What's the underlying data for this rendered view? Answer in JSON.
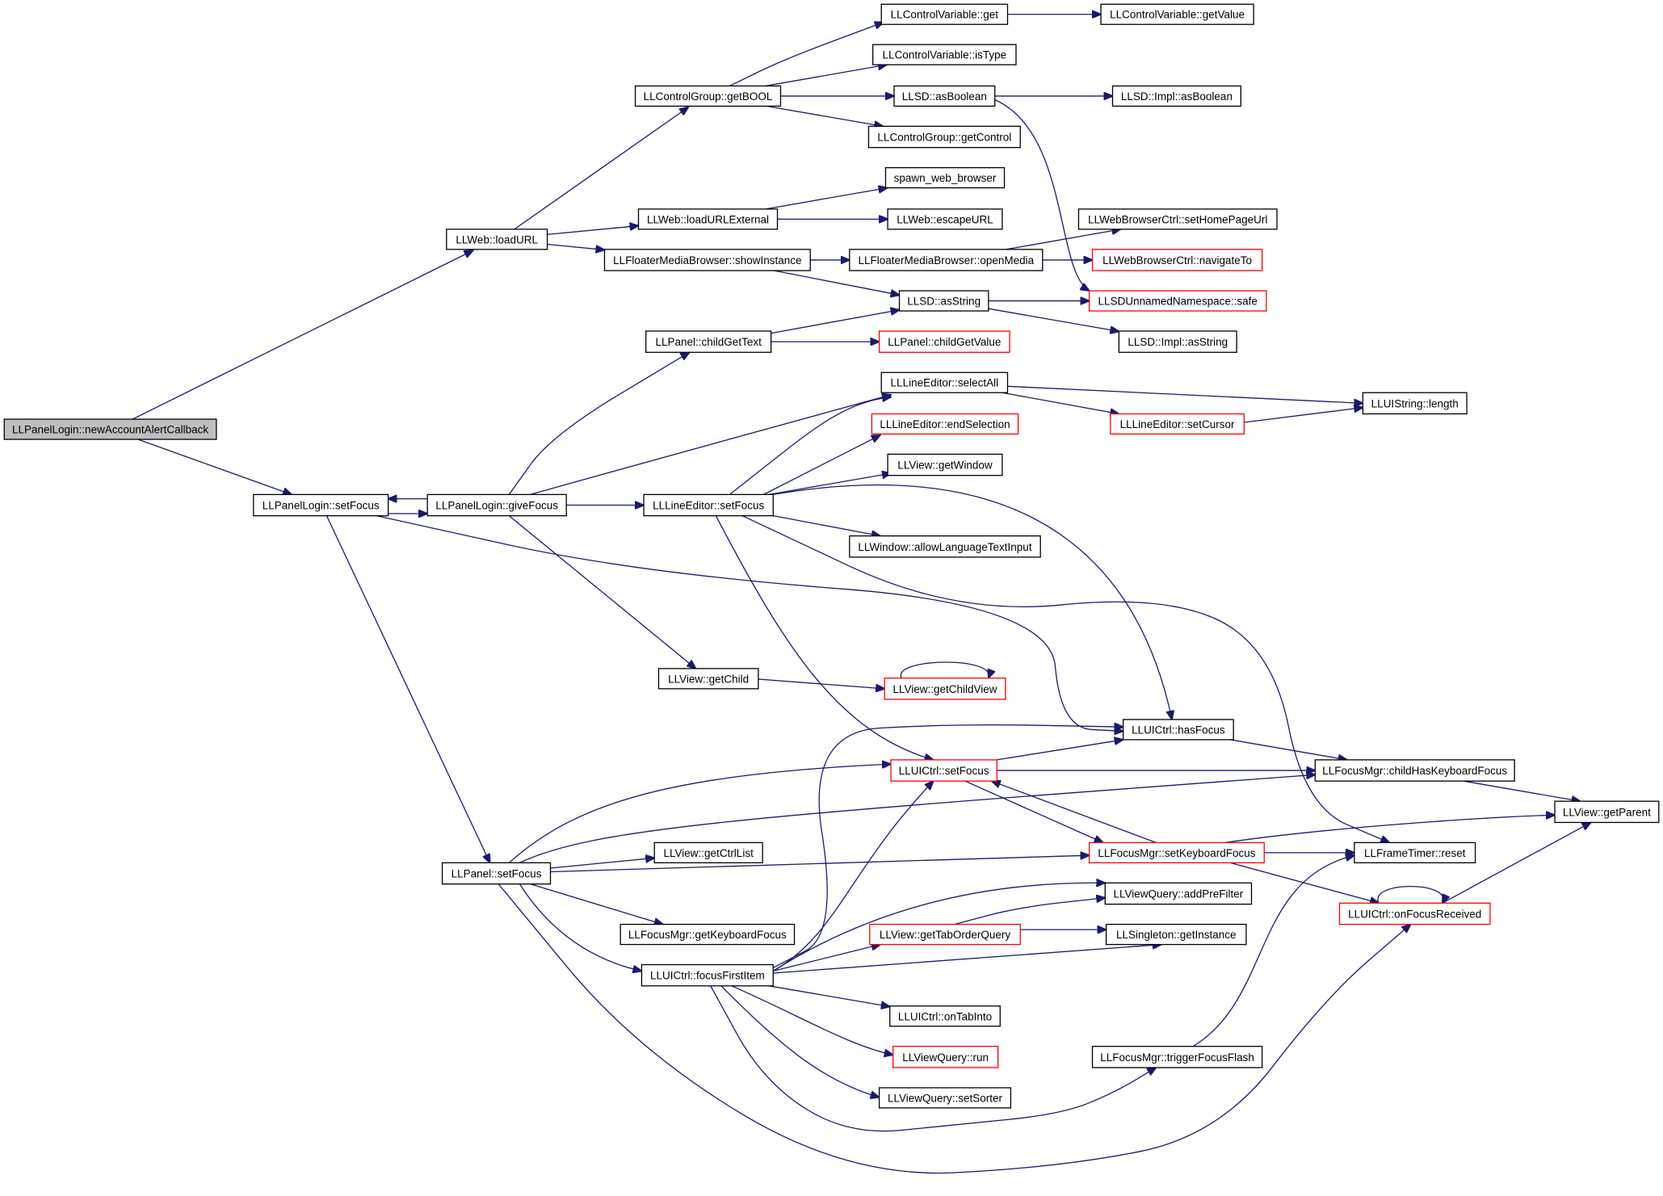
{
  "colors": {
    "edge": "#191970",
    "box_border": "#000000",
    "box_border_incomplete": "#ff0000",
    "root_fill": "#bfbfbf",
    "node_fill": "#ffffff"
  },
  "nodes": {
    "n_root": {
      "label": "LLPanelLogin::newAccountAlertCallback",
      "root": true
    },
    "n_loadurl": {
      "label": "LLWeb::loadURL"
    },
    "n_getbool": {
      "label": "LLControlGroup::getBOOL"
    },
    "n_cv_get": {
      "label": "LLControlVariable::get"
    },
    "n_cv_getvalue": {
      "label": "LLControlVariable::getValue"
    },
    "n_cv_istype": {
      "label": "LLControlVariable::isType"
    },
    "n_llsd_asboolean": {
      "label": "LLSD::asBoolean"
    },
    "n_impl_asboolean": {
      "label": "LLSD::Impl::asBoolean"
    },
    "n_getcontrol": {
      "label": "LLControlGroup::getControl"
    },
    "n_spawn": {
      "label": "spawn_web_browser"
    },
    "n_loadurlext": {
      "label": "LLWeb::loadURLExternal"
    },
    "n_escapeurl": {
      "label": "LLWeb::escapeURL"
    },
    "n_sethomepage": {
      "label": "LLWebBrowserCtrl::setHomePageUrl"
    },
    "n_showinstance": {
      "label": "LLFloaterMediaBrowser::showInstance"
    },
    "n_openmedia": {
      "label": "LLFloaterMediaBrowser::openMedia"
    },
    "n_navigateto": {
      "label": "LLWebBrowserCtrl::navigateTo",
      "incomplete": true
    },
    "n_asstring": {
      "label": "LLSD::asString"
    },
    "n_safe": {
      "label": "LLSDUnnamedNamespace::safe",
      "incomplete": true
    },
    "n_childgettext": {
      "label": "LLPanel::childGetText"
    },
    "n_childgetvalue": {
      "label": "LLPanel::childGetValue",
      "incomplete": true
    },
    "n_impl_asstring": {
      "label": "LLSD::Impl::asString"
    },
    "n_selectall": {
      "label": "LLLineEditor::selectAll"
    },
    "n_length": {
      "label": "LLUIString::length"
    },
    "n_endselection": {
      "label": "LLLineEditor::endSelection",
      "incomplete": true
    },
    "n_setcursor": {
      "label": "LLLineEditor::setCursor",
      "incomplete": true
    },
    "n_getwindow": {
      "label": "LLView::getWindow"
    },
    "n_pl_setfocus": {
      "label": "LLPanelLogin::setFocus"
    },
    "n_givefocus": {
      "label": "LLPanelLogin::giveFocus"
    },
    "n_le_setfocus": {
      "label": "LLLineEditor::setFocus"
    },
    "n_allowlang": {
      "label": "LLWindow::allowLanguageTextInput"
    },
    "n_getchild": {
      "label": "LLView::getChild"
    },
    "n_getchildview": {
      "label": "LLView::getChildView",
      "incomplete": true
    },
    "n_hasfocus": {
      "label": "LLUICtrl::hasFocus"
    },
    "n_ui_setfocus": {
      "label": "LLUICtrl::setFocus",
      "incomplete": true
    },
    "n_childhaskb": {
      "label": "LLFocusMgr::childHasKeyboardFocus"
    },
    "n_getparent": {
      "label": "LLView::getParent"
    },
    "n_getctrllist": {
      "label": "LLView::getCtrlList"
    },
    "n_setkbfocus": {
      "label": "LLFocusMgr::setKeyboardFocus",
      "incomplete": true
    },
    "n_reset": {
      "label": "LLFrameTimer::reset"
    },
    "n_panel_setfocus": {
      "label": "LLPanel::setFocus"
    },
    "n_addprefilter": {
      "label": "LLViewQuery::addPreFilter"
    },
    "n_onfocusreceived": {
      "label": "LLUICtrl::onFocusReceived",
      "incomplete": true
    },
    "n_gettaborder": {
      "label": "LLView::getTabOrderQuery",
      "incomplete": true
    },
    "n_getinstance": {
      "label": "LLSingleton::getInstance"
    },
    "n_getkbfocus": {
      "label": "LLFocusMgr::getKeyboardFocus"
    },
    "n_focusfirst": {
      "label": "LLUICtrl::focusFirstItem"
    },
    "n_ontabinto": {
      "label": "LLUICtrl::onTabInto"
    },
    "n_vq_run": {
      "label": "LLViewQuery::run",
      "incomplete": true
    },
    "n_triggerflash": {
      "label": "LLFocusMgr::triggerFocusFlash"
    },
    "n_setsorter": {
      "label": "LLViewQuery::setSorter"
    }
  },
  "edges": [
    [
      "n_root",
      "n_loadurl"
    ],
    [
      "n_root",
      "n_pl_setfocus"
    ],
    [
      "n_loadurl",
      "n_getbool"
    ],
    [
      "n_loadurl",
      "n_loadurlext"
    ],
    [
      "n_loadurl",
      "n_showinstance"
    ],
    [
      "n_getbool",
      "n_cv_get"
    ],
    [
      "n_getbool",
      "n_cv_istype"
    ],
    [
      "n_getbool",
      "n_llsd_asboolean"
    ],
    [
      "n_getbool",
      "n_getcontrol"
    ],
    [
      "n_cv_get",
      "n_cv_getvalue"
    ],
    [
      "n_llsd_asboolean",
      "n_impl_asboolean"
    ],
    [
      "n_llsd_asboolean",
      "n_safe"
    ],
    [
      "n_loadurlext",
      "n_spawn"
    ],
    [
      "n_loadurlext",
      "n_escapeurl"
    ],
    [
      "n_showinstance",
      "n_openmedia"
    ],
    [
      "n_showinstance",
      "n_asstring"
    ],
    [
      "n_openmedia",
      "n_sethomepage"
    ],
    [
      "n_openmedia",
      "n_navigateto"
    ],
    [
      "n_asstring",
      "n_safe"
    ],
    [
      "n_asstring",
      "n_impl_asstring"
    ],
    [
      "n_childgettext",
      "n_asstring"
    ],
    [
      "n_childgettext",
      "n_childgetvalue"
    ],
    [
      "n_selectall",
      "n_length"
    ],
    [
      "n_selectall",
      "n_setcursor"
    ],
    [
      "n_setcursor",
      "n_length"
    ],
    [
      "n_pl_setfocus",
      "n_givefocus"
    ],
    [
      "n_pl_setfocus",
      "n_panel_setfocus"
    ],
    [
      "n_pl_setfocus",
      "n_hasfocus"
    ],
    [
      "n_givefocus",
      "n_pl_setfocus"
    ],
    [
      "n_givefocus",
      "n_childgettext"
    ],
    [
      "n_givefocus",
      "n_selectall"
    ],
    [
      "n_givefocus",
      "n_le_setfocus"
    ],
    [
      "n_givefocus",
      "n_getchild"
    ],
    [
      "n_le_setfocus",
      "n_selectall"
    ],
    [
      "n_le_setfocus",
      "n_endselection"
    ],
    [
      "n_le_setfocus",
      "n_getwindow"
    ],
    [
      "n_le_setfocus",
      "n_allowlang"
    ],
    [
      "n_le_setfocus",
      "n_hasfocus"
    ],
    [
      "n_le_setfocus",
      "n_ui_setfocus"
    ],
    [
      "n_le_setfocus",
      "n_reset"
    ],
    [
      "n_getchild",
      "n_getchildview"
    ],
    [
      "n_getchildview",
      "n_getchildview"
    ],
    [
      "n_hasfocus",
      "n_childhaskb"
    ],
    [
      "n_ui_setfocus",
      "n_hasfocus"
    ],
    [
      "n_ui_setfocus",
      "n_childhaskb"
    ],
    [
      "n_ui_setfocus",
      "n_setkbfocus"
    ],
    [
      "n_childhaskb",
      "n_getparent"
    ],
    [
      "n_setkbfocus",
      "n_ui_setfocus"
    ],
    [
      "n_setkbfocus",
      "n_getparent"
    ],
    [
      "n_setkbfocus",
      "n_reset"
    ],
    [
      "n_setkbfocus",
      "n_onfocusreceived"
    ],
    [
      "n_onfocusreceived",
      "n_onfocusreceived"
    ],
    [
      "n_onfocusreceived",
      "n_getparent"
    ],
    [
      "n_panel_setfocus",
      "n_ui_setfocus"
    ],
    [
      "n_panel_setfocus",
      "n_childhaskb"
    ],
    [
      "n_panel_setfocus",
      "n_getctrllist"
    ],
    [
      "n_panel_setfocus",
      "n_setkbfocus"
    ],
    [
      "n_panel_setfocus",
      "n_getkbfocus"
    ],
    [
      "n_panel_setfocus",
      "n_focusfirst"
    ],
    [
      "n_panel_setfocus",
      "n_onfocusreceived"
    ],
    [
      "n_gettaborder",
      "n_addprefilter"
    ],
    [
      "n_gettaborder",
      "n_getinstance"
    ],
    [
      "n_focusfirst",
      "n_hasfocus"
    ],
    [
      "n_focusfirst",
      "n_ui_setfocus"
    ],
    [
      "n_focusfirst",
      "n_addprefilter"
    ],
    [
      "n_focusfirst",
      "n_gettaborder"
    ],
    [
      "n_focusfirst",
      "n_getinstance"
    ],
    [
      "n_focusfirst",
      "n_ontabinto"
    ],
    [
      "n_focusfirst",
      "n_vq_run"
    ],
    [
      "n_focusfirst",
      "n_setsorter"
    ],
    [
      "n_focusfirst",
      "n_triggerflash"
    ],
    [
      "n_triggerflash",
      "n_reset"
    ]
  ]
}
